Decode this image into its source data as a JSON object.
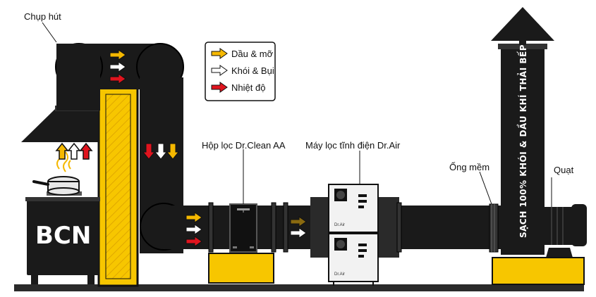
{
  "labels": {
    "hood": "Chụp hút",
    "box_filter": "Hộp lọc Dr.Clean AA",
    "esp": "Máy lọc tĩnh điện Dr.Air",
    "flex_duct": "Ống mềm",
    "fan": "Quạt",
    "stack_text": "SẠCH 100% KHÓI & DẦU KHÍ THẢI BẾP",
    "bcn": "BCN",
    "esp_brand": "Dr.Air"
  },
  "legend": [
    {
      "label": "Dầu & mỡ",
      "color": "#f5b800"
    },
    {
      "label": "Khói & Bụi",
      "color": "#ffffff"
    },
    {
      "label": "Nhiệt độ",
      "color": "#e0141e"
    }
  ],
  "colors": {
    "duct": "#1a1a1a",
    "support": "#f7c600",
    "ground": "#222222"
  }
}
